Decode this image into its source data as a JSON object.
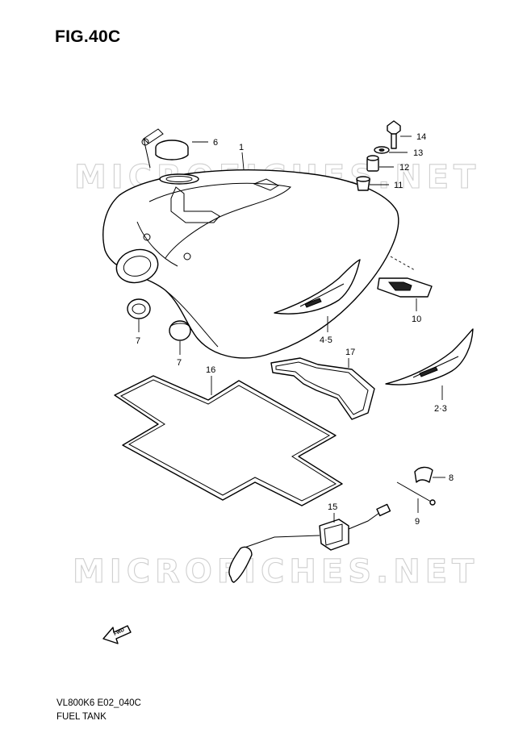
{
  "figure": {
    "title": "FIG.40C"
  },
  "watermark": {
    "text": "MICROFICHES.NET"
  },
  "callouts": {
    "p1": "1",
    "p2_3": "2·3",
    "p4_5": "4·5",
    "p6": "6",
    "p7a": "7",
    "p7b": "7",
    "p8": "8",
    "p9": "9",
    "p10": "10",
    "p11": "11",
    "p12": "12",
    "p13": "13",
    "p14": "14",
    "p15": "15",
    "p16": "16",
    "p17": "17"
  },
  "fwd": {
    "label": "FWD"
  },
  "footer": {
    "code": "VL800K6 E02_040C",
    "name": "FUEL TANK"
  }
}
